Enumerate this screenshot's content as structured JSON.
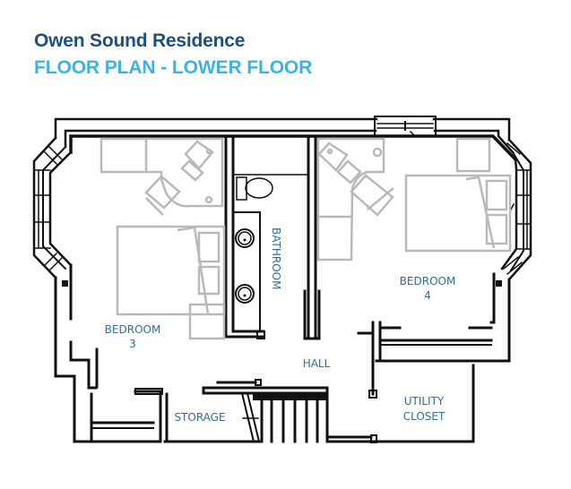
{
  "header": {
    "title": "Owen Sound Residence",
    "subtitle": "FLOOR PLAN - LOWER FLOOR"
  },
  "rooms": {
    "bedroom3": {
      "line1": "BEDROOM",
      "line2": "3"
    },
    "bedroom4": {
      "line1": "BEDROOM",
      "line2": "4"
    },
    "bathroom": {
      "label": "BATHROOM"
    },
    "hall": {
      "label": "HALL"
    },
    "storage": {
      "label": "STORAGE"
    },
    "utility": {
      "line1": "UTILITY",
      "line2": "CLOSET"
    }
  },
  "colors": {
    "title": "#1d4f80",
    "subtitle": "#3db3e3",
    "room_label": "#2f6f9a",
    "wall": "#111111",
    "furniture": "#b9b9b9"
  }
}
